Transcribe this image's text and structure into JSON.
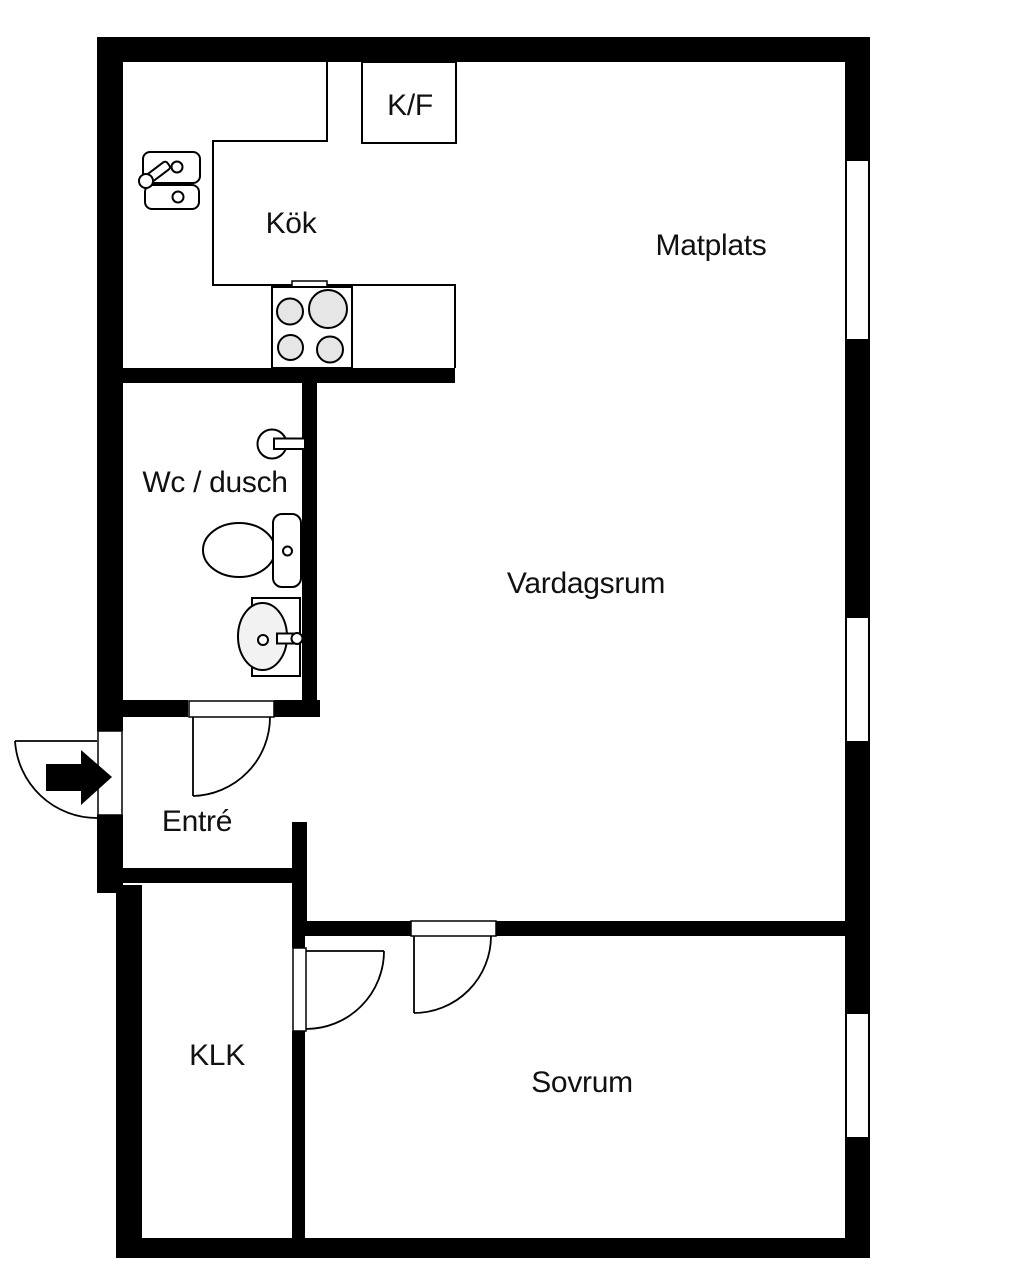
{
  "page": {
    "title": "Apartment floor plan",
    "background": "#ffffff"
  },
  "colors": {
    "wall": "#000000",
    "fixture_outline": "#000000",
    "label_text": "#111111",
    "burner_fill": "#e6e6e6",
    "basin_fill": "#f2f2f2",
    "window_fill": "#ffffff"
  },
  "rooms": [
    {
      "id": "kok",
      "label": "Kök"
    },
    {
      "id": "matplats",
      "label": "Matplats"
    },
    {
      "id": "wc-dusch",
      "label": "Wc / dusch"
    },
    {
      "id": "vardagsrum",
      "label": "Vardagsrum"
    },
    {
      "id": "entre",
      "label": "Entré"
    },
    {
      "id": "klk",
      "label": "KLK"
    },
    {
      "id": "sovrum",
      "label": "Sovrum"
    }
  ],
  "appliances": {
    "fridge_freezer_label": "K/F"
  },
  "fixtures": [
    "kitchen-sink-icon",
    "stove-icon",
    "fridge-freezer-box",
    "shower-mixer-icon",
    "toilet-icon",
    "washbasin-icon",
    "entry-arrow-icon",
    "window-symbol",
    "door-swing-symbol"
  ]
}
